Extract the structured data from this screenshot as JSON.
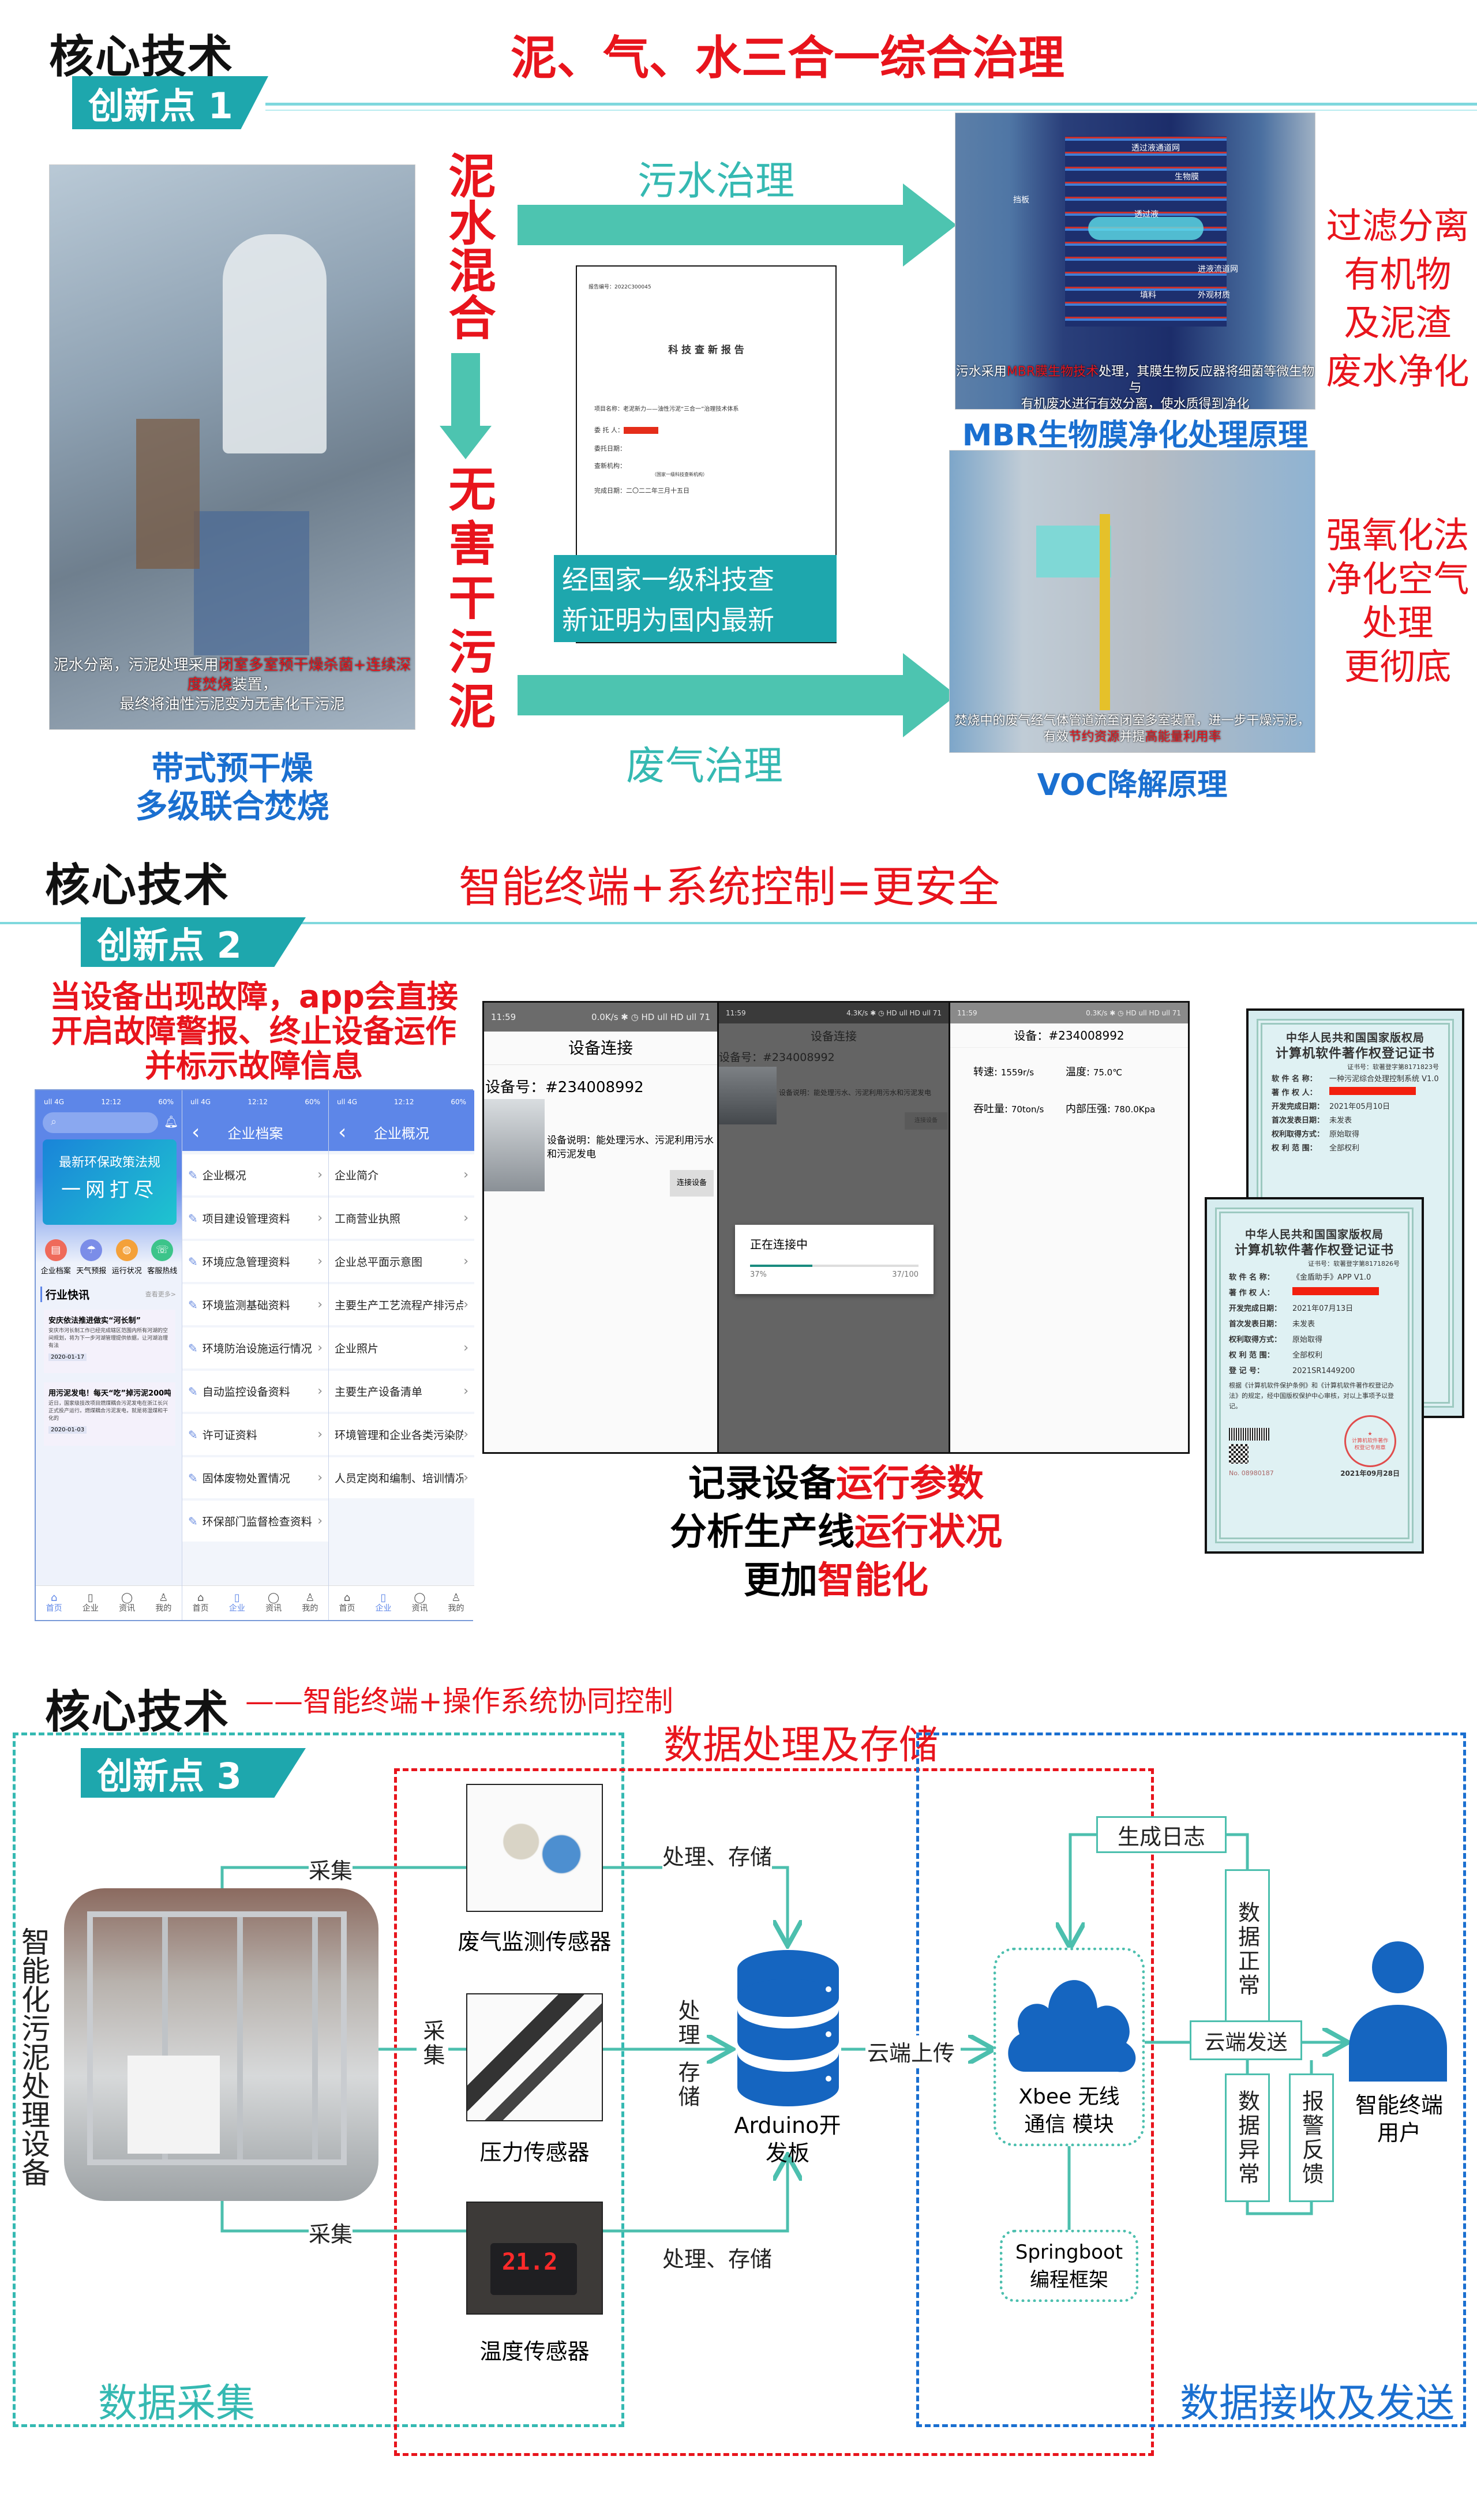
{
  "section1": {
    "core_title": "核心技术",
    "headline": "泥、气、水三合一综合治理",
    "badge": "创新点 1",
    "left_image_caption": {
      "normal1": "泥水分离，污泥处理采用",
      "red": "闭室多室预干燥杀菌+连续深度焚烧",
      "normal2": "装置，",
      "line2": "最终将油性污泥变为无害化干污泥"
    },
    "left_caption": [
      "带式预干燥",
      "多级联合焚烧"
    ],
    "vertical_top": "泥水混合",
    "vertical_bottom": "无害干污泥",
    "arrow_top_label": "污水治理",
    "arrow_bottom_label": "废气治理",
    "report": {
      "number": "报告编号：2022C300045",
      "title": "科 技 查 新 报 告",
      "project": "项目名称：老泥新力——油性污泥“三合一”治理技术体系",
      "client_label": "委 托 人：",
      "date_label": "委托日期：",
      "agency_label": "查新机构：",
      "agency_note": "（国家一级科技查新机构）",
      "completed": "完成日期：二〇二二年三月十五日",
      "highlight": [
        "经国家一级科技查",
        "新证明为国内最新"
      ]
    },
    "mbr": {
      "labels": [
        "透过液通道网",
        "生物膜",
        "挡板",
        "透过液",
        "进液流道网",
        "填料",
        "外观材质"
      ],
      "caption_normal1": "污水采用",
      "caption_red": "MBR膜生物技术",
      "caption_normal2": "处理，其膜生物反应器将细菌等微生物与",
      "caption_line2": "有机废水进行有效分离，使水质得到净化",
      "title": "MBR生物膜净化处理原理"
    },
    "voc": {
      "caption_line1": "焚烧中的废气经气体管道流至闭室多室装置，进一步干燥污泥，",
      "caption_normal": "有效",
      "caption_red1": "节约资源",
      "caption_mid": "并提",
      "caption_red2": "高能量利用率",
      "title": "VOC降解原理"
    },
    "right_top": [
      "过滤分离",
      "有机物",
      "及泥渣",
      "废水净化"
    ],
    "right_bottom": [
      "强氧化法",
      "净化空气",
      "处理",
      "更彻底"
    ]
  },
  "section2": {
    "core_title": "核心技术",
    "headline": "智能终端+系统控制=更安全",
    "badge": "创新点 2",
    "alert_text": [
      "当设备出现故障，app会直接",
      "开启故障警报、终止设备运作",
      "并标示故障信息"
    ],
    "app_home": {
      "time": "12:12",
      "signal": "ull 4G",
      "battery": "60%",
      "banner": [
        "最新环保政策法规",
        "一网打尽"
      ],
      "shortcuts": [
        "企业档案",
        "天气预报",
        "运行状况",
        "客服热线"
      ],
      "news_header": "行业快讯",
      "more": "查看更多>",
      "news": [
        {
          "title": "安庆依法推进做实“河长制”",
          "body": "安庆市河长制工作已经完成辖区范围内所有河湖的空间规划，将为下一步河湖管理提供依据，让河湖治理有法",
          "date": "2020-01-17"
        },
        {
          "title": "用污泥发电！每天“吃”掉污泥200吨",
          "body": "近日，国家级技改项目燃煤耦合污泥发电在浙江长兴正式投产运行。燃煤耦合污泥发电，就是将湿煤和干化的",
          "date": "2020-01-03"
        }
      ],
      "tabs": [
        "首页",
        "企业",
        "资讯",
        "我的"
      ]
    },
    "app_archive": {
      "time": "12:12",
      "battery": "60%",
      "title": "企业档案",
      "items": [
        "企业概况",
        "项目建设管理资料",
        "环境应急管理资料",
        "环境监测基础资料",
        "环境防治设施运行情况",
        "自动监控设备资料",
        "许可证资料",
        "固体废物处置情况",
        "环保部门监督检查资料"
      ],
      "tabs": [
        "首页",
        "企业",
        "资讯",
        "我的"
      ]
    },
    "app_overview": {
      "time": "12:12",
      "battery": "60%",
      "title": "企业概况",
      "items": [
        "企业简介",
        "工商营业执照",
        "企业总平面示意图",
        "主要生产工艺流程产排污点位示意图",
        "企业照片",
        "主要生产设备清单",
        "环境管理和企业各类污染防治管理制度",
        "人员定岗和编制、培训情况说明"
      ],
      "tabs": [
        "首页",
        "企业",
        "资讯",
        "我的"
      ]
    },
    "device_connect": {
      "time": "11:59",
      "status_right": "0.0K/s ✱ ◷ HD ull HD ull 71",
      "title": "设备连接",
      "device_id": "设备号：#234008992",
      "desc": "设备说明：能处理污水、污泥利用污水和污泥发电",
      "button": "连接设备"
    },
    "device_connecting": {
      "time": "11:59",
      "status_right": "4.3K/s ✱ ◷ HD ull HD ull 71",
      "title": "设备连接",
      "device_id": "设备号：#234008992",
      "desc": "设备说明：能处理污水、污泥利用污水和污泥发电",
      "button": "连接设备",
      "dialog_title": "正在连接中",
      "progress": 37,
      "progress_pct": "37%",
      "progress_count": "37/100"
    },
    "device_status": {
      "time": "11:59",
      "status_right": "0.3K/s ✱ ◷ HD ull HD ull 71",
      "title": "设备：#234008992",
      "speed_label": "转速:",
      "speed": "1559r/s",
      "temp_label": "温度:",
      "temp": "75.0℃",
      "throughput_label": "吞吐量:",
      "throughput": "70ton/s",
      "pressure_label": "内部压强:",
      "pressure": "780.0Kpa"
    },
    "summary": [
      {
        "black": "记录设备",
        "red": "运行参数"
      },
      {
        "black": "分析生产线",
        "red": "运行状况"
      },
      {
        "black": "更加",
        "red": "智能化"
      }
    ],
    "cert_back": {
      "org": "中华人民共和国国家版权局",
      "title": "计算机软件著作权登记证书",
      "number": "证书号：软著登字第8171823号",
      "rows": [
        [
          "软 件 名 称：",
          "一种污泥综合处理控制系统 V1.0"
        ],
        [
          "著 作 权 人：",
          ""
        ],
        [
          "开发完成日期：",
          "2021年05月10日"
        ],
        [
          "首次发表日期：",
          "未发表"
        ],
        [
          "权利取得方式：",
          "原始取得"
        ],
        [
          "权 利 范 围：",
          "全部权利"
        ]
      ]
    },
    "cert_front": {
      "org": "中华人民共和国国家版权局",
      "title": "计算机软件著作权登记证书",
      "number": "证书号：软著登字第8171826号",
      "rows": [
        [
          "软 件 名 称：",
          "《金盾助手》APP V1.0"
        ],
        [
          "著 作 权 人：",
          ""
        ],
        [
          "开发完成日期：",
          "2021年07月13日"
        ],
        [
          "首次发表日期：",
          "未发表"
        ],
        [
          "权利取得方式：",
          "原始取得"
        ],
        [
          "权 利 范 围：",
          "全部权利"
        ],
        [
          "登 记 号：",
          "2021SR1449200"
        ]
      ],
      "statement": "根据《计算机软件保护条例》和《计算机软件著作权登记办法》的规定，经中国版权保护中心审核，对以上事项予以登记。",
      "serial": "No. 08980187",
      "issue_date": "2021年09月28日",
      "seal": "计算机软件著作权登记专用章"
    }
  },
  "section3": {
    "core_title": "核心技术",
    "subtitle": "——智能终端+操作系统协同控制",
    "badge": "创新点 3",
    "processing_title": "数据处理及存储",
    "device_label": "智能化污泥处理设备",
    "collect": "采集",
    "sensors": [
      "废气监测传感器",
      "压力传感器",
      "温度传感器"
    ],
    "temp_display": "21.2",
    "process_store": "处理、存储",
    "process_v": "处理",
    "store_v": "存储",
    "board": [
      "Arduino开",
      "发板"
    ],
    "cloud_upload": "云端上传",
    "xbee": [
      "Xbee 无线",
      "通信 模块"
    ],
    "springboot": [
      "Springboot",
      "编程框架"
    ],
    "log": "生成日志",
    "data_normal": "数据正常",
    "cloud_send": "云端发送",
    "data_abnormal": "数据异常",
    "alarm": "报警反馈",
    "user": [
      "智能终端",
      "用户"
    ],
    "collection_title": "数据采集",
    "receive_title": "数据接收及发送"
  },
  "colors": {
    "red": "#e8141c",
    "teal": "#35b9b2",
    "blue": "#1a6fd0",
    "banner": "#1ea7ad",
    "app_blue": "#5d86e8"
  }
}
